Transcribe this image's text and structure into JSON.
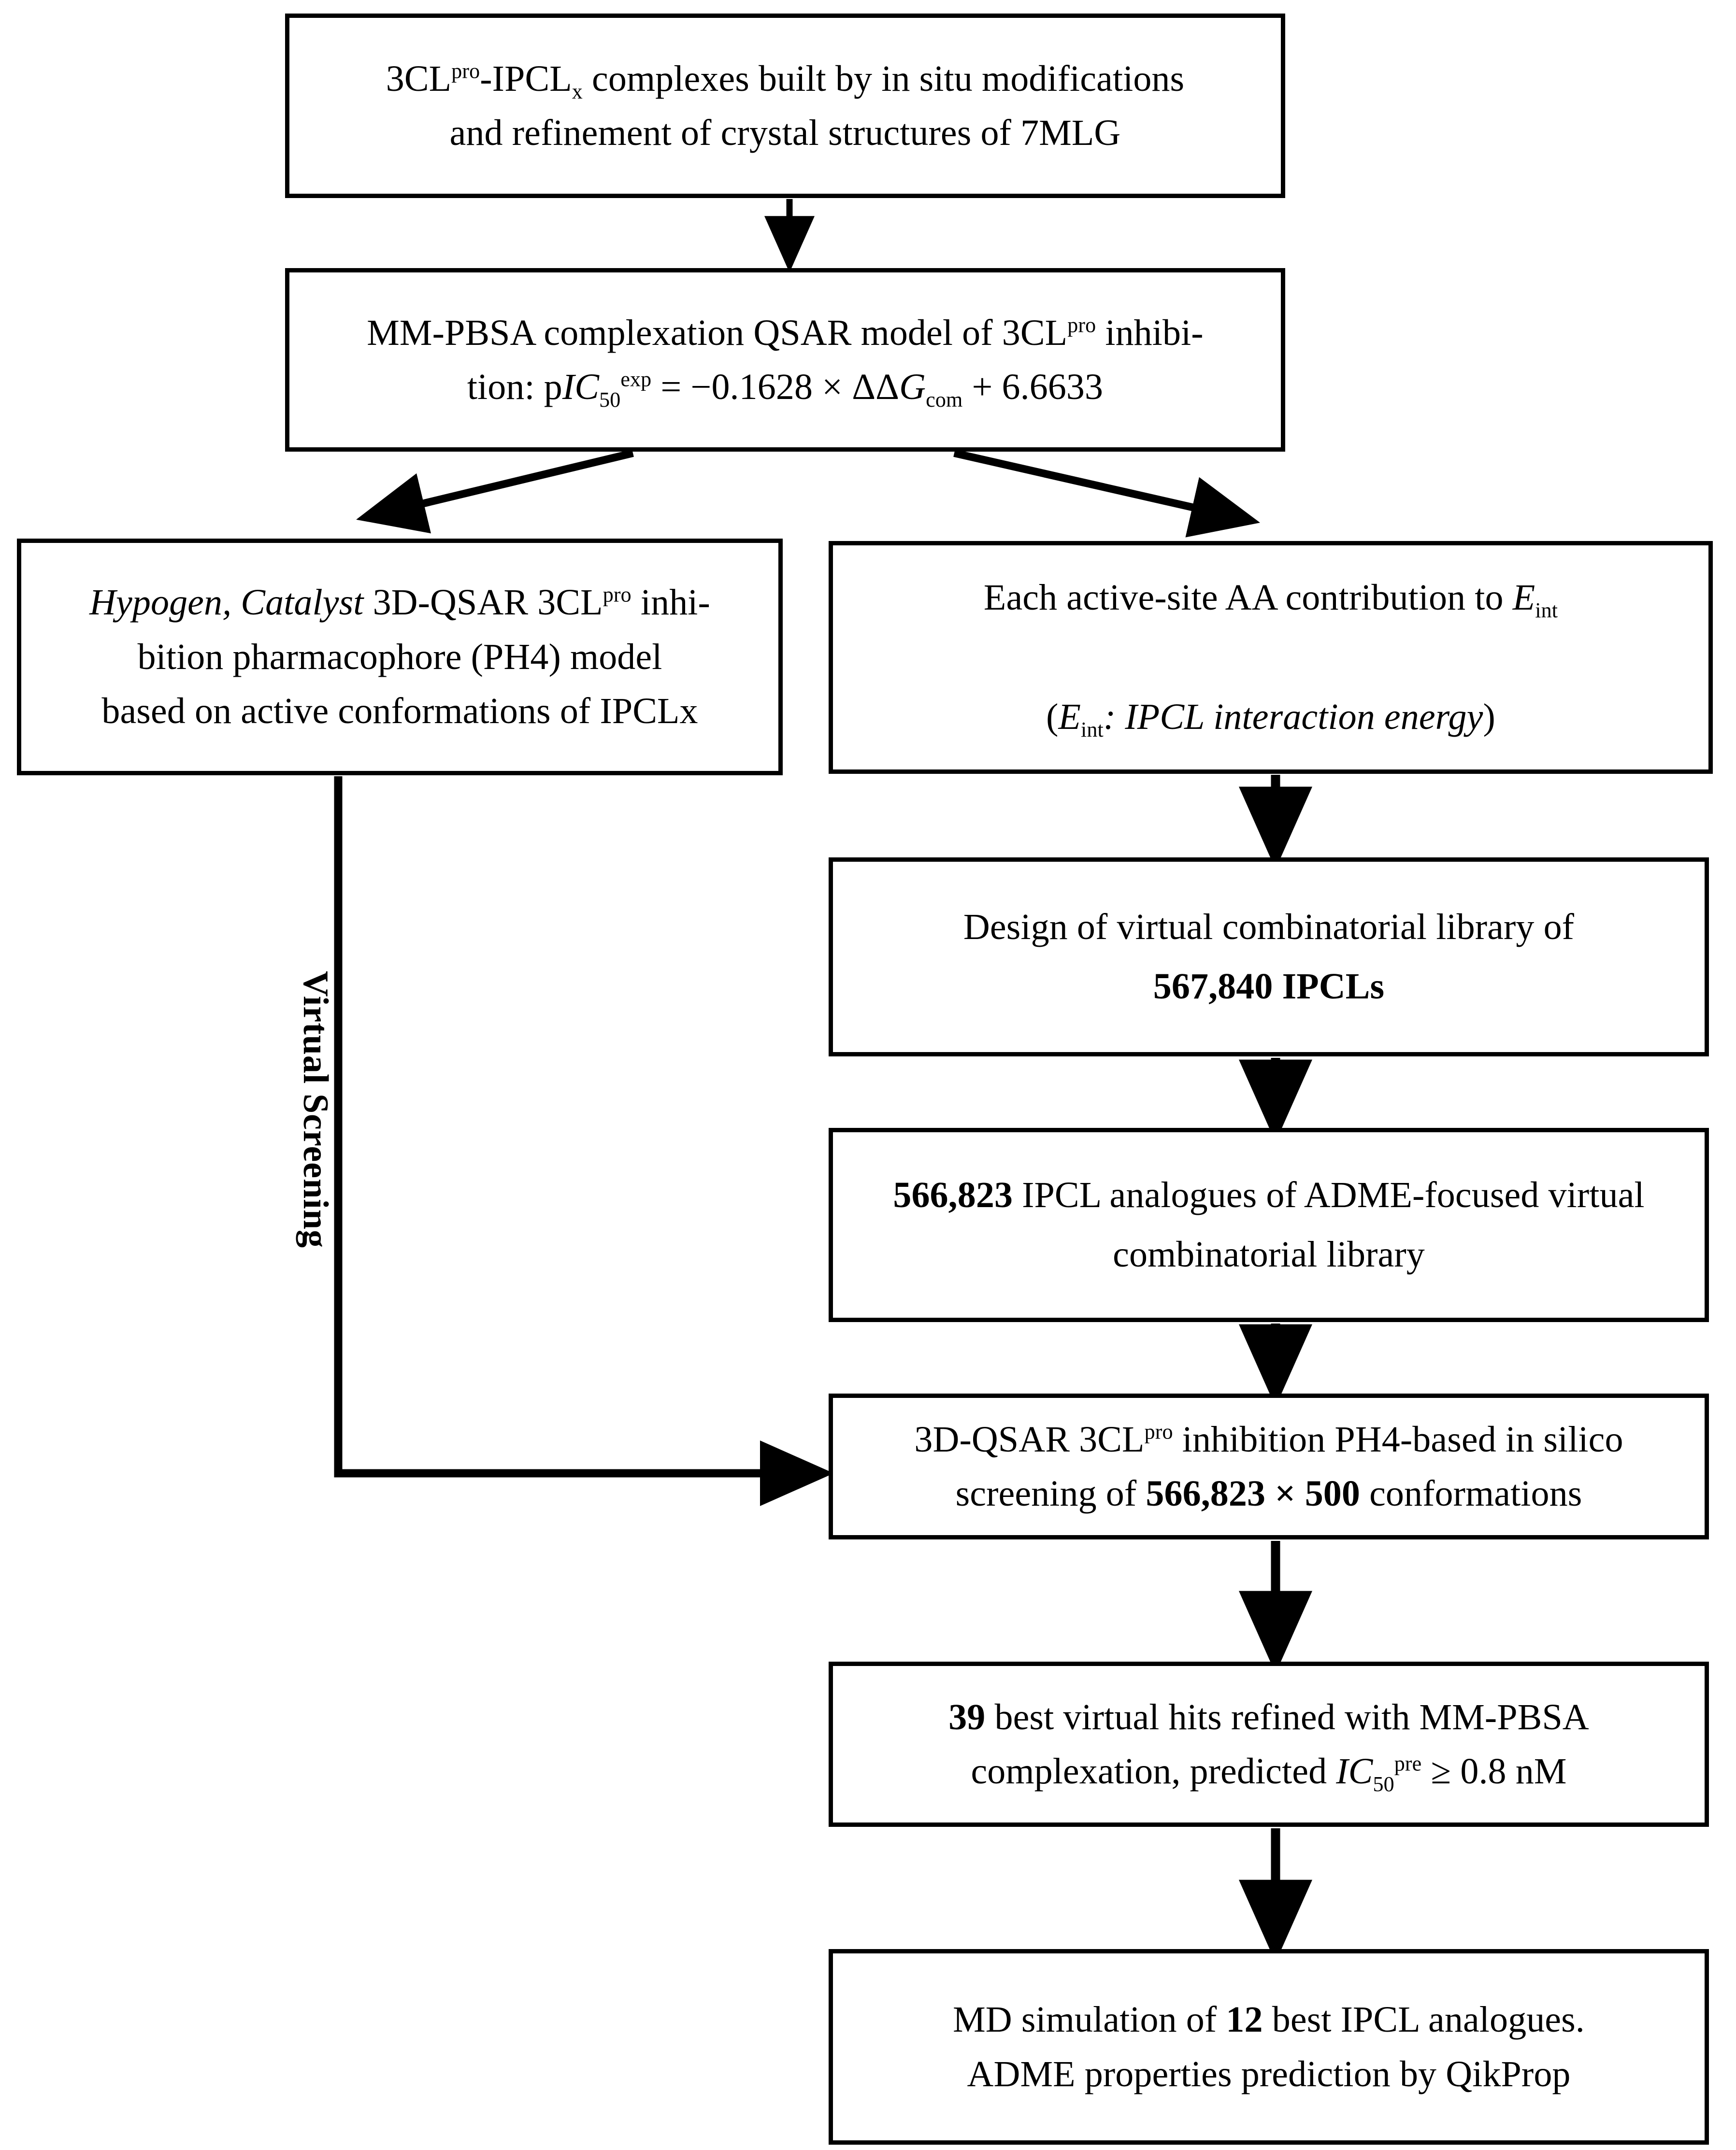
{
  "diagram": {
    "title": "Computational drug-design workflow for 3CLpro IPCL inhibitors",
    "orientation": "top-to-bottom",
    "stroke_color": "#000000",
    "background_color": "#ffffff"
  },
  "nodes": {
    "n1": {
      "id": "complexes-built",
      "line1_a": "3CL",
      "line1_sup": "pro",
      "line1_b": "-IPCL",
      "line1_sub": "x",
      "line1_c": " complexes built by in situ modifications",
      "line2": "and refinement of crystal structures of 7MLG"
    },
    "n2": {
      "id": "mmpbsa-qsar-model",
      "line1_a": "MM-PBSA complexation QSAR model of 3CL",
      "line1_sup": "pro",
      "line1_b": " inhibi-",
      "line2_a": "tion: p",
      "line2_ic": "IC",
      "line2_sub": "50",
      "line2_sup": "exp",
      "line2_b": " = −0.1628 × ΔΔ",
      "line2_g": "G",
      "line2_gsub": "com",
      "line2_c": " + 6.6633"
    },
    "n3": {
      "id": "ph4-pharmacophore-model",
      "line1_it": "Hypogen, Catalyst",
      "line1_a": " 3D-QSAR 3CL",
      "line1_sup": "pro",
      "line1_b": " inhi-",
      "line2": "bition pharmacophore (PH4) model",
      "line3": "based on active conformations of IPCLx"
    },
    "n4": {
      "id": "active-site-aa-contribution",
      "line1_a": "Each active-site AA contribution to ",
      "line1_e": "E",
      "line1_sub": "int",
      "line2_open": "(",
      "line2_e": "E",
      "line2_sub": "int",
      "line2_rest": ": IPCL interaction energy",
      "line2_close": ")"
    },
    "n5": {
      "id": "virtual-combinatorial-library-design",
      "line1": "Design of virtual combinatorial library of",
      "line2_count": "567,840",
      "line2_rest": " IPCLs"
    },
    "n6": {
      "id": "adme-focused-library",
      "line1_count": "566,823",
      "line1_rest": " IPCL analogues of ADME-focused virtual",
      "line2": "combinatorial library"
    },
    "n7": {
      "id": "ph4-in-silico-screening",
      "line1_a": "3D-QSAR 3CL",
      "line1_sup": "pro",
      "line1_b": " inhibition PH4-based in silico",
      "line2_a": "screening of ",
      "line2_count": "566,823 × 500",
      "line2_b": " conformations"
    },
    "n8": {
      "id": "best-virtual-hits-refined",
      "line1_count": "39",
      "line1_rest": " best virtual hits refined with MM-PBSA",
      "line2_a": "complexation, predicted ",
      "line2_ic": "IC",
      "line2_sub": "50",
      "line2_sup": "pre",
      "line2_b": " ≥ 0.8 nM"
    },
    "n9": {
      "id": "md-simulation-adme",
      "line1_a": "MD simulation of ",
      "line1_count": "12",
      "line1_b": " best IPCL analogues.",
      "line2": "ADME properties prediction by QikProp"
    }
  },
  "labels": {
    "virtual_screening": "Virtual Screening"
  },
  "edges": [
    {
      "name": "n1-to-n2",
      "from": "n1",
      "to": "n2",
      "style": "straight-down-arrow"
    },
    {
      "name": "n2-to-n3",
      "from": "n2",
      "to": "n3",
      "style": "diagonal-left-arrow"
    },
    {
      "name": "n2-to-n4",
      "from": "n2",
      "to": "n4",
      "style": "diagonal-right-arrow"
    },
    {
      "name": "n4-to-n5",
      "from": "n4",
      "to": "n5",
      "style": "straight-down-arrow"
    },
    {
      "name": "n5-to-n6",
      "from": "n5",
      "to": "n6",
      "style": "straight-down-arrow"
    },
    {
      "name": "n6-to-n7",
      "from": "n6",
      "to": "n7",
      "style": "straight-down-arrow"
    },
    {
      "name": "n3-to-n7",
      "from": "n3",
      "to": "n7",
      "style": "elbow-down-right-arrow",
      "label": "Virtual Screening"
    },
    {
      "name": "n7-to-n8",
      "from": "n7",
      "to": "n8",
      "style": "straight-down-arrow"
    },
    {
      "name": "n8-to-n9",
      "from": "n8",
      "to": "n9",
      "style": "straight-down-arrow"
    }
  ]
}
